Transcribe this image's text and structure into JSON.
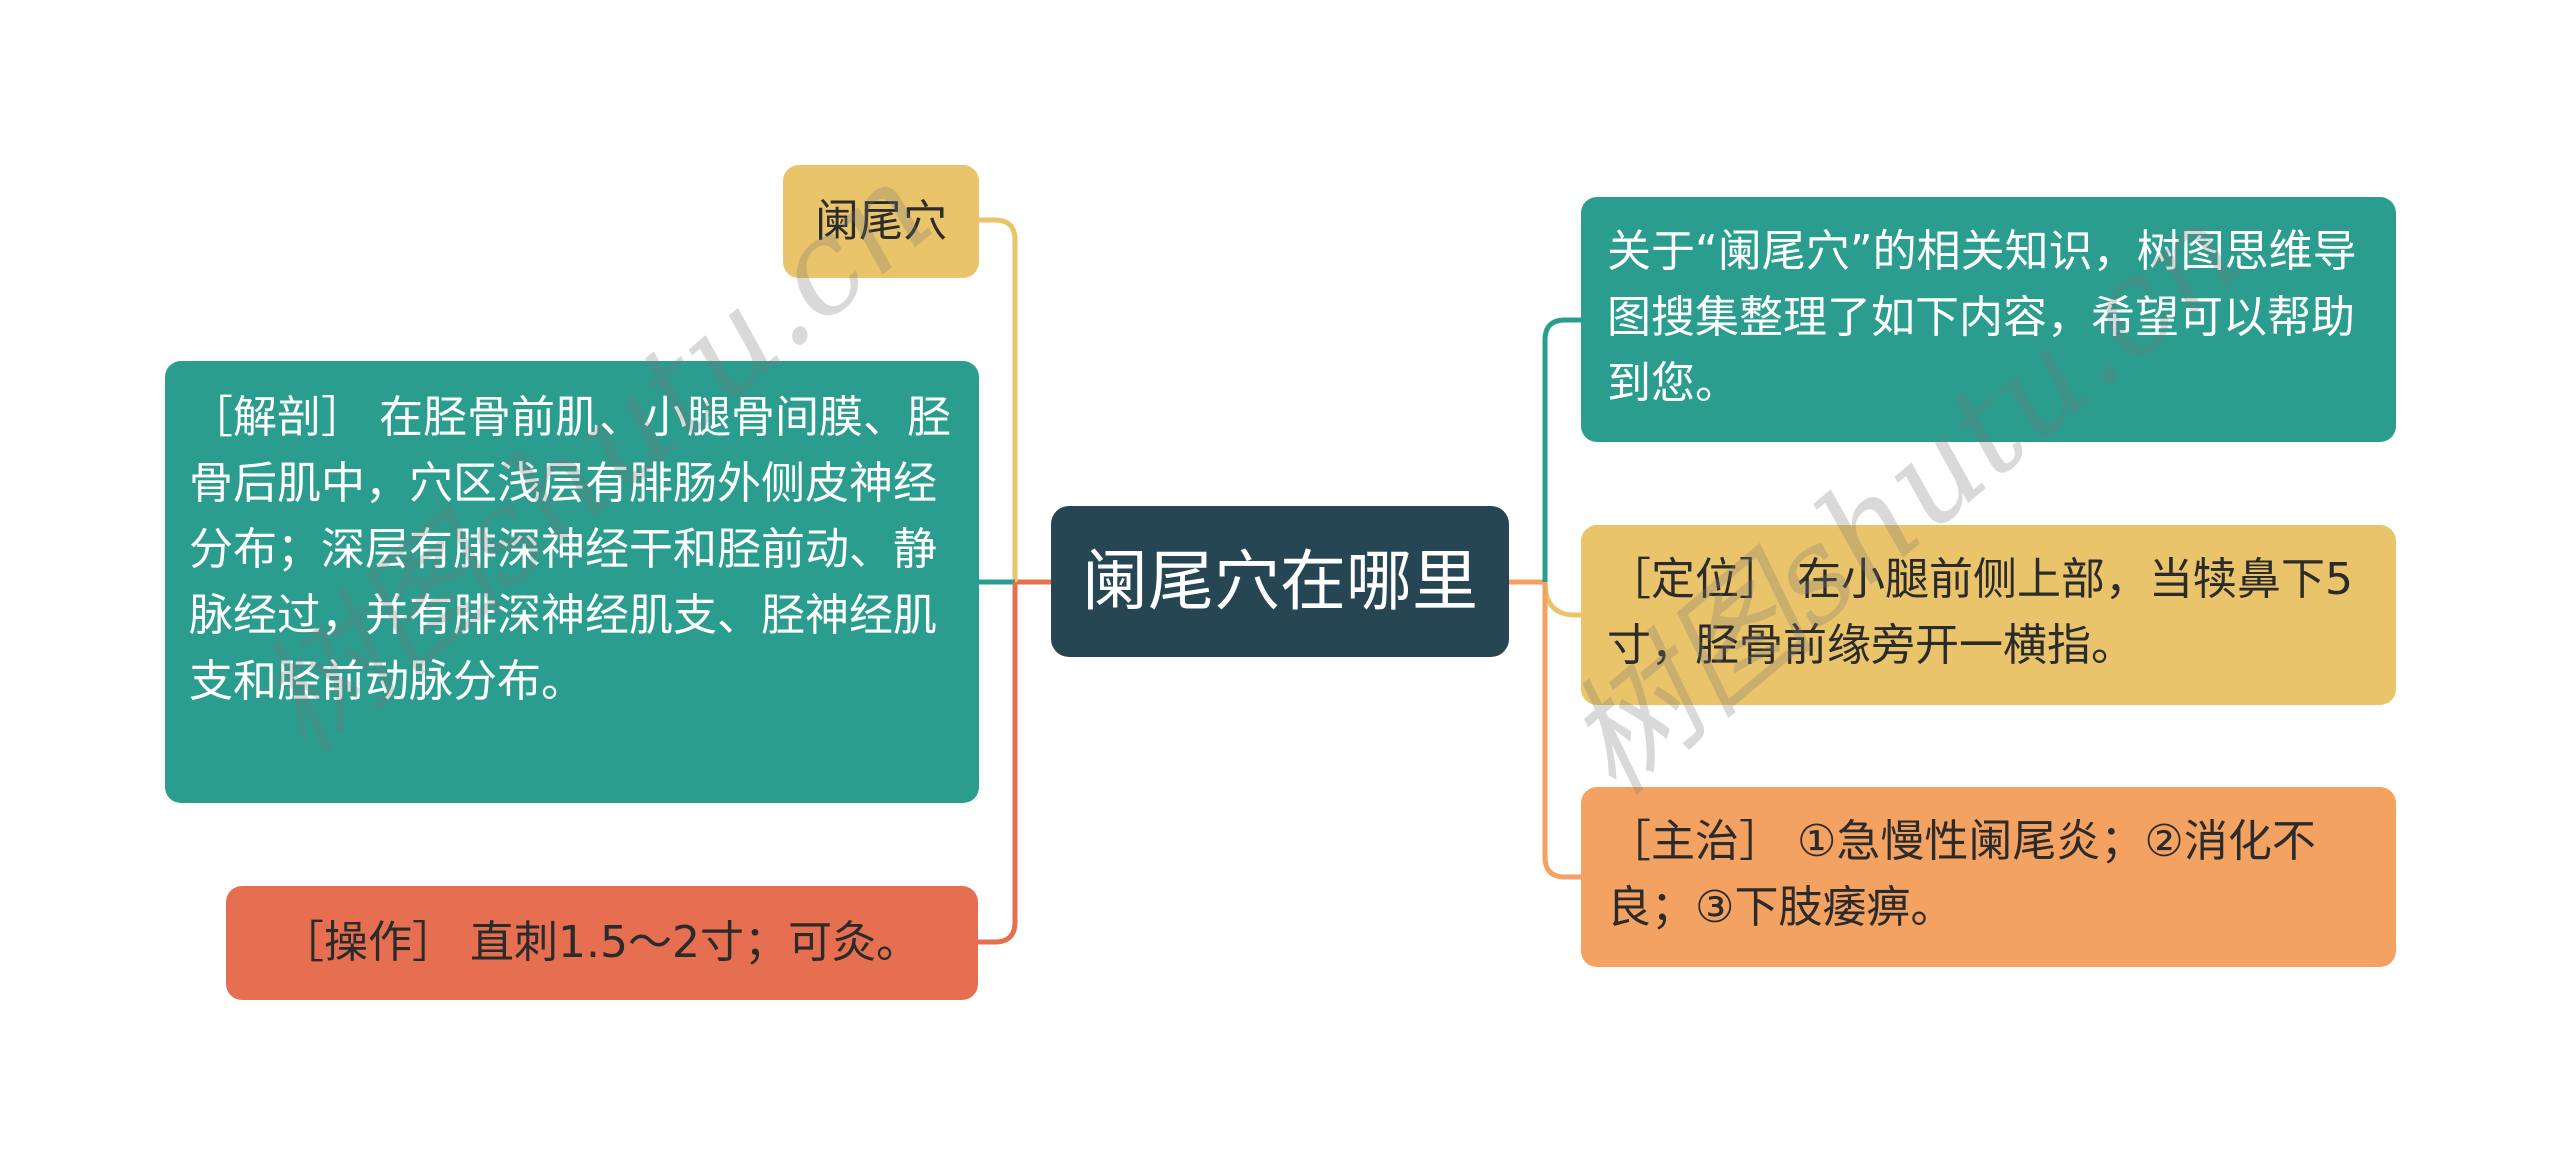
{
  "mindmap": {
    "root": {
      "label": "阑尾穴在哪里",
      "color": "#264653"
    },
    "left_branches": [
      {
        "id": "topic",
        "label": "阑尾穴",
        "color": "#E9C46A"
      },
      {
        "id": "anatomy",
        "label": "［解剖］ 在胫骨前肌、小腿骨间膜、胫骨后肌中，穴区浅层有腓肠外侧皮神经分布；深层有腓深神经干和胫前动、静脉经过，并有腓深神经肌支、胫神经肌支和胫前动脉分布。",
        "color": "#2A9D8F"
      },
      {
        "id": "operation",
        "label": "［操作］ 直刺1.5～2寸；可灸。",
        "color": "#E76F51"
      }
    ],
    "right_branches": [
      {
        "id": "intro",
        "label": "关于“阑尾穴”的相关知识，树图思维导图搜集整理了如下内容，希望可以帮助到您。",
        "color": "#2A9D8F"
      },
      {
        "id": "location",
        "label": "［定位］ 在小腿前侧上部，当犊鼻下5寸，胫骨前缘旁开一横指。",
        "color": "#E9C46A"
      },
      {
        "id": "indications",
        "label": "［主治］ ①急慢性阑尾炎；②消化不良；③下肢痿痹。",
        "color": "#F4A261"
      }
    ]
  },
  "watermarks": [
    "树图shutu.cn",
    "树图shutu.cn"
  ]
}
